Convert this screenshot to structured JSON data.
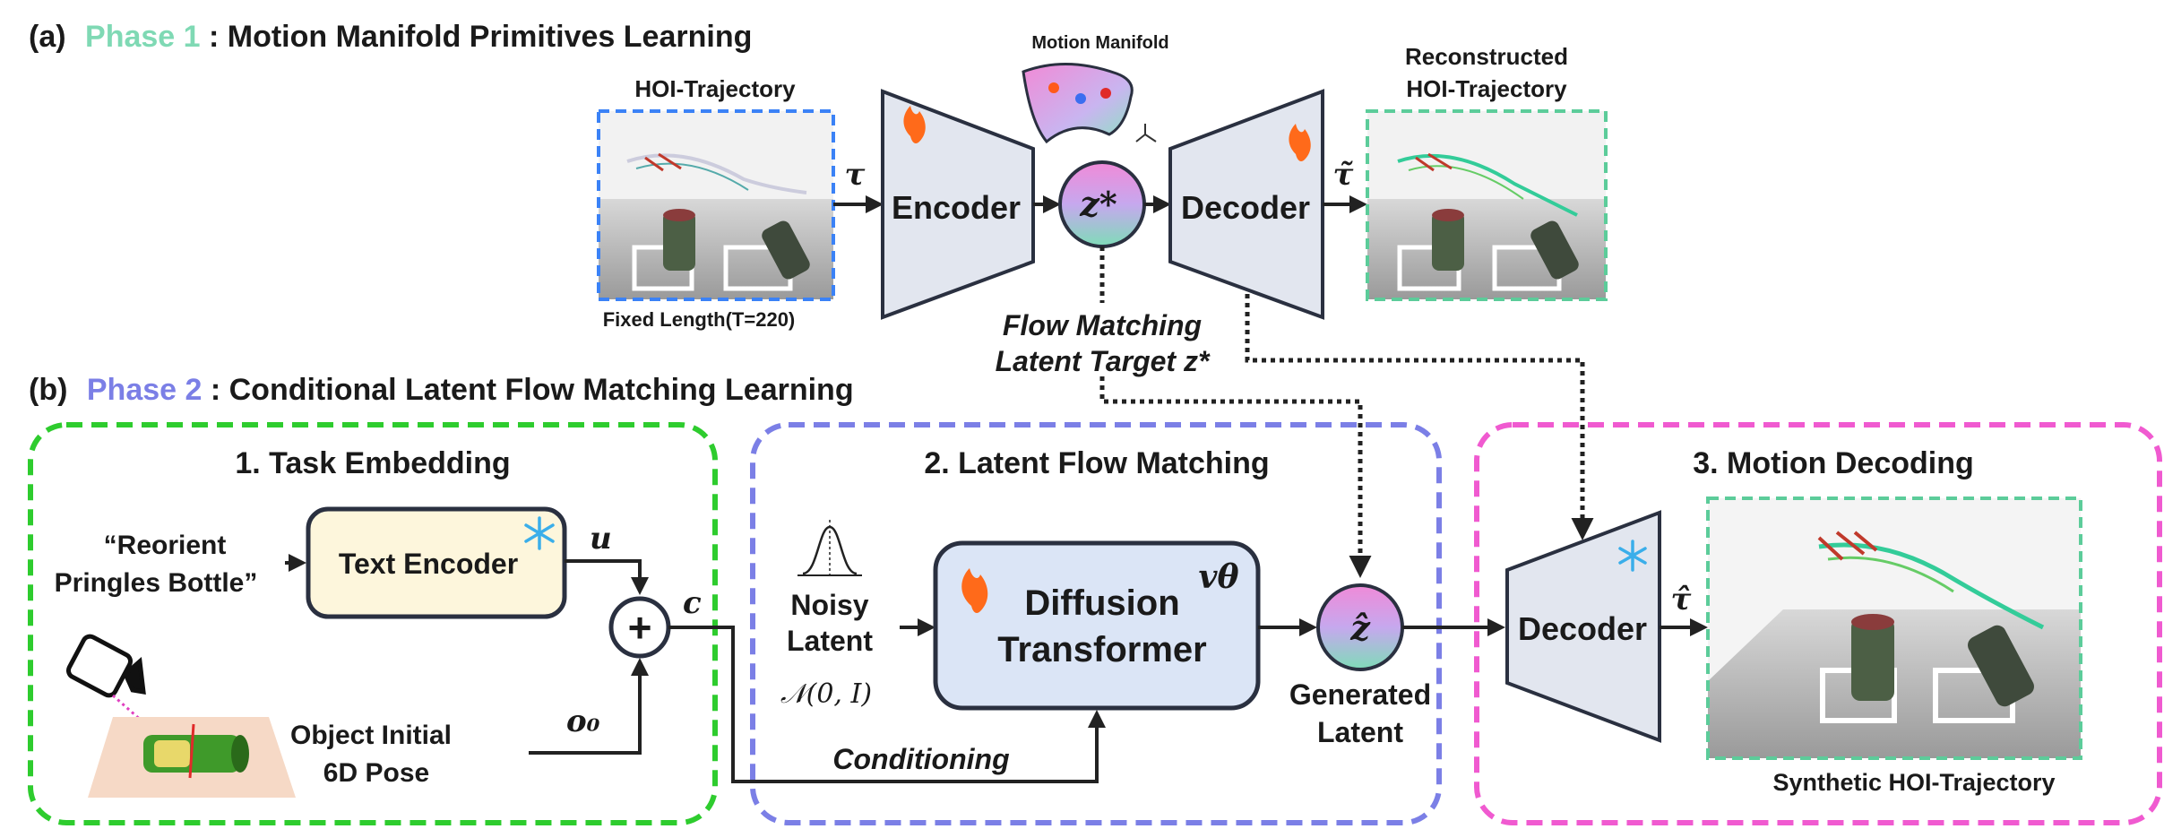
{
  "phase1": {
    "prefix": "(a)",
    "phase_word": "Phase 1",
    "title_rest": ": Motion Manifold Primitives Learning",
    "input_label": "HOI-Trajectory",
    "fixed_length": "Fixed Length(T=220)",
    "tau": "τ",
    "encoder_label": "Encoder",
    "latent_symbol": "z*",
    "manifold_label": "Motion Manifold",
    "decoder_label": "Decoder",
    "tau_tilde": "τ̃",
    "output_label_line1": "Reconstructed",
    "output_label_line2": "HOI-Trajectory",
    "flow_target_line1": "Flow Matching",
    "flow_target_line2": "Latent Target z*"
  },
  "phase2": {
    "prefix": "(b)",
    "phase_word": "Phase 2",
    "title_rest": ": Conditional Latent Flow Matching Learning",
    "task_embedding": {
      "title": "1. Task Embedding",
      "instruction_line1": "“Reorient",
      "instruction_line2": "Pringles Bottle”",
      "text_encoder_label": "Text Encoder",
      "u_symbol": "u",
      "c_symbol": "c",
      "plus_symbol": "+",
      "pose_line1": "Object Initial",
      "pose_line2": "6D Pose",
      "o0_symbol": "o₀"
    },
    "latent_flow": {
      "title": "2. Latent Flow Matching",
      "noisy_line1": "Noisy",
      "noisy_line2": "Latent",
      "noise_dist": "𝒩(0, I)",
      "transformer_line1": "Diffusion",
      "transformer_line2": "Transformer",
      "v_theta": "vθ",
      "z_hat": "ẑ",
      "generated_line1": "Generated",
      "generated_line2": "Latent",
      "conditioning_label": "Conditioning"
    },
    "motion_decoding": {
      "title": "3. Motion Decoding",
      "decoder_label": "Decoder",
      "tau_hat": "τ̂",
      "output_label": "Synthetic HOI-Trajectory"
    }
  },
  "colors": {
    "phase1_accent": "#7fd9b4",
    "phase2_accent": "#7b7fe6",
    "task_box": "#2ecc2e",
    "flow_box": "#7b7fe6",
    "decode_box": "#f05ad0",
    "input_frame": "#3b82f6",
    "output_frame": "#5ccc9a",
    "trapezoid_fill": "#e2e6ef",
    "text_encoder_fill": "#fdf6dc",
    "transformer_fill": "#dbe5f6",
    "fire_icon": "#ff6a1a",
    "snowflake_icon": "#3aaeea"
  }
}
